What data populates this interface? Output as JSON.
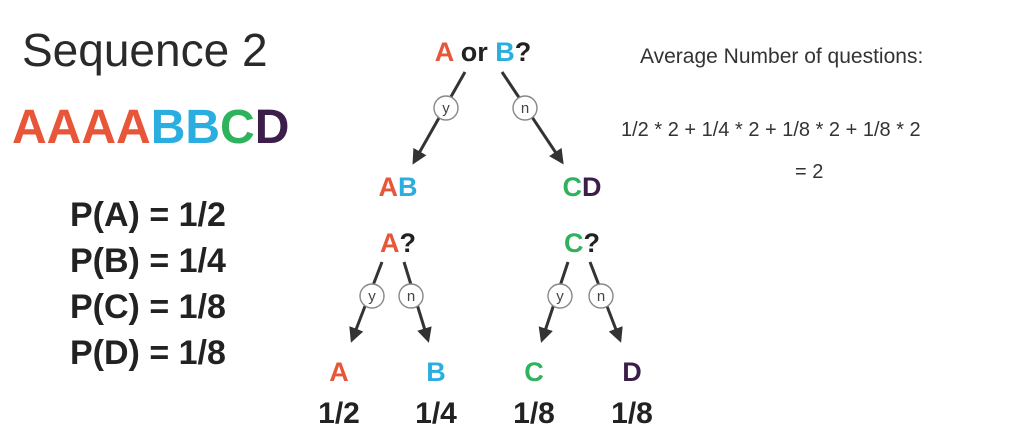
{
  "colors": {
    "A": "#e8563a",
    "B": "#2aaee0",
    "C": "#2eb35c",
    "D": "#3b1f4a",
    "text": "#222222",
    "arrow": "#333333"
  },
  "title": "Sequence 2",
  "sequence": [
    "A",
    "A",
    "A",
    "A",
    "B",
    "B",
    "C",
    "D"
  ],
  "probabilities": [
    "P(A) = 1/2",
    "P(B) = 1/4",
    "P(C) = 1/8",
    "P(D) = 1/8"
  ],
  "average": {
    "title": "Average Number of questions:",
    "formula": "1/2 * 2 + 1/4 * 2 + 1/8 * 2 + 1/8 * 2",
    "result": "= 2"
  },
  "tree": {
    "root": {
      "parts": [
        {
          "t": "A",
          "c": "A"
        },
        {
          "t": " or ",
          "c": "text"
        },
        {
          "t": "B",
          "c": "B"
        },
        {
          "t": "?",
          "c": "text"
        }
      ]
    },
    "left_group": {
      "parts": [
        {
          "t": "A",
          "c": "A"
        },
        {
          "t": "B",
          "c": "B"
        }
      ]
    },
    "right_group": {
      "parts": [
        {
          "t": "C",
          "c": "C"
        },
        {
          "t": "D",
          "c": "D"
        }
      ]
    },
    "left_question": {
      "parts": [
        {
          "t": "A",
          "c": "A"
        },
        {
          "t": "?",
          "c": "text"
        }
      ]
    },
    "right_question": {
      "parts": [
        {
          "t": "C",
          "c": "C"
        },
        {
          "t": "?",
          "c": "text"
        }
      ]
    },
    "yes_label": "y",
    "no_label": "n",
    "leaves": [
      {
        "letter": "A",
        "prob": "1/2"
      },
      {
        "letter": "B",
        "prob": "1/4"
      },
      {
        "letter": "C",
        "prob": "1/8"
      },
      {
        "letter": "D",
        "prob": "1/8"
      }
    ]
  }
}
